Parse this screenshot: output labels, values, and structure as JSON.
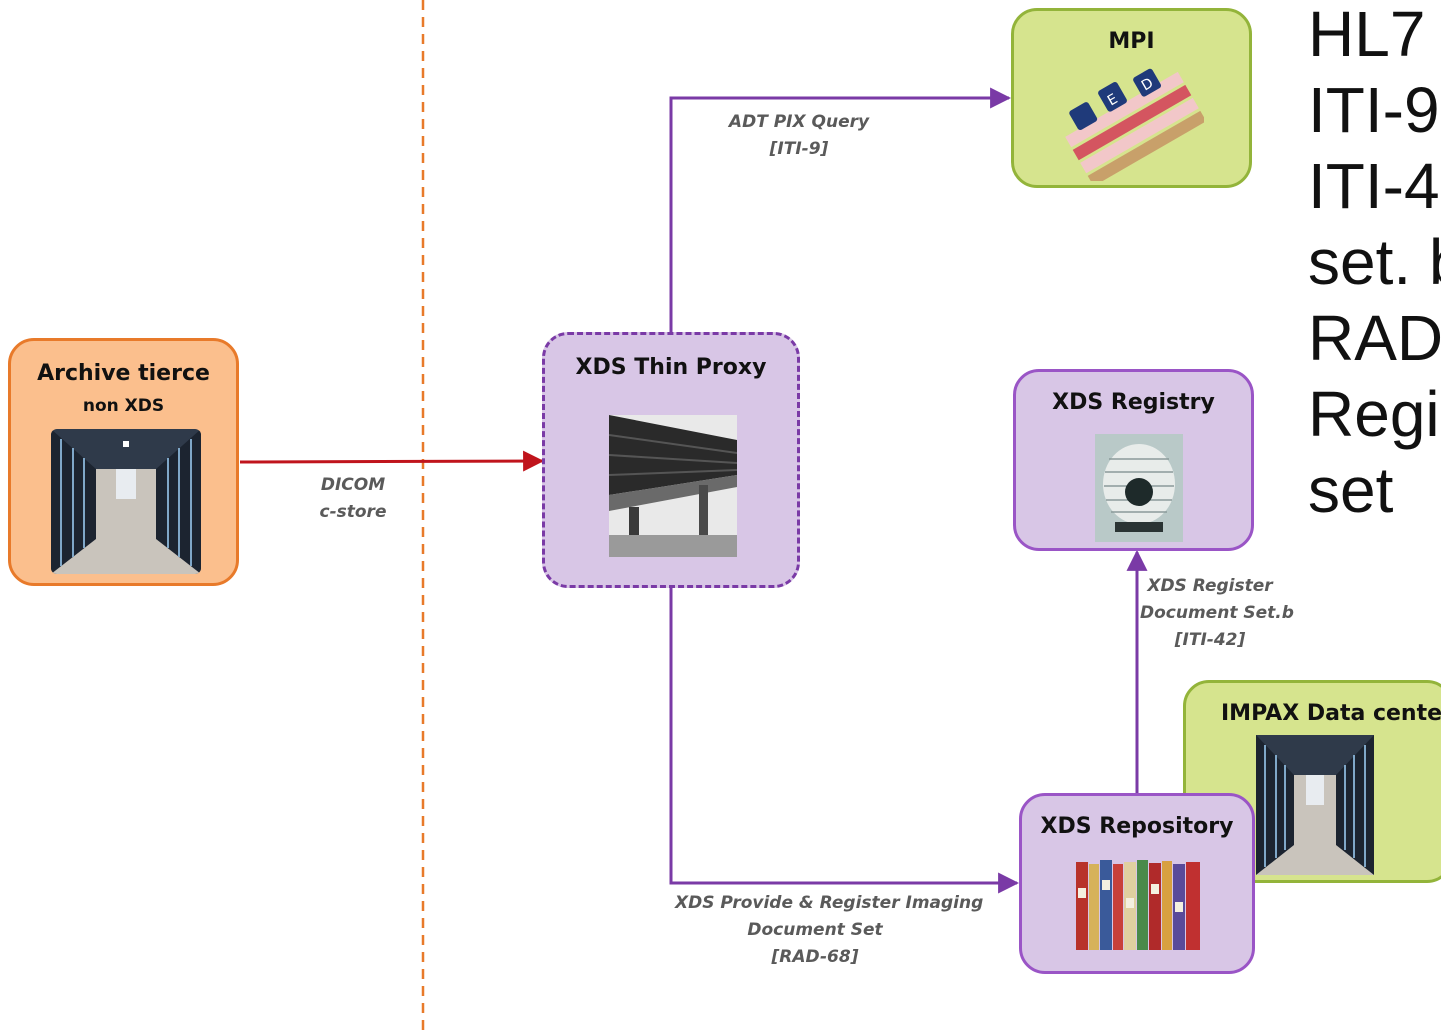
{
  "nodes": {
    "archive": {
      "title": "Archive tierce",
      "subtitle": "non XDS"
    },
    "proxy": {
      "title": "XDS Thin Proxy"
    },
    "mpi": {
      "title": "MPI"
    },
    "registry": {
      "title": "XDS Registry"
    },
    "impax": {
      "title": "IMPAX Data center"
    },
    "repository": {
      "title": "XDS Repository"
    }
  },
  "edges": {
    "dicom": [
      "DICOM",
      "c-store"
    ],
    "pix": [
      "ADT PIX Query",
      "[ITI-9]"
    ],
    "register": [
      "XDS Register",
      "Document Set.b",
      "[ITI-42]"
    ],
    "provide": [
      "XDS Provide & Register Imaging",
      "Document Set",
      "[RAD-68]"
    ]
  },
  "side_text": [
    "HL7",
    "ITI-9",
    "ITI-4",
    "set. b",
    "RAD",
    "Regi",
    "set"
  ],
  "colors": {
    "archive_fill": "#fbbf8d",
    "archive_border": "#e87a2a",
    "proxy_fill": "#d8c6e6",
    "proxy_border": "#7a3aa6",
    "mpi_fill": "#d6e48e",
    "mpi_border": "#93b43a",
    "purple_line": "#7a3aa6",
    "red_line": "#c0141c",
    "divider": "#e87a2a"
  }
}
